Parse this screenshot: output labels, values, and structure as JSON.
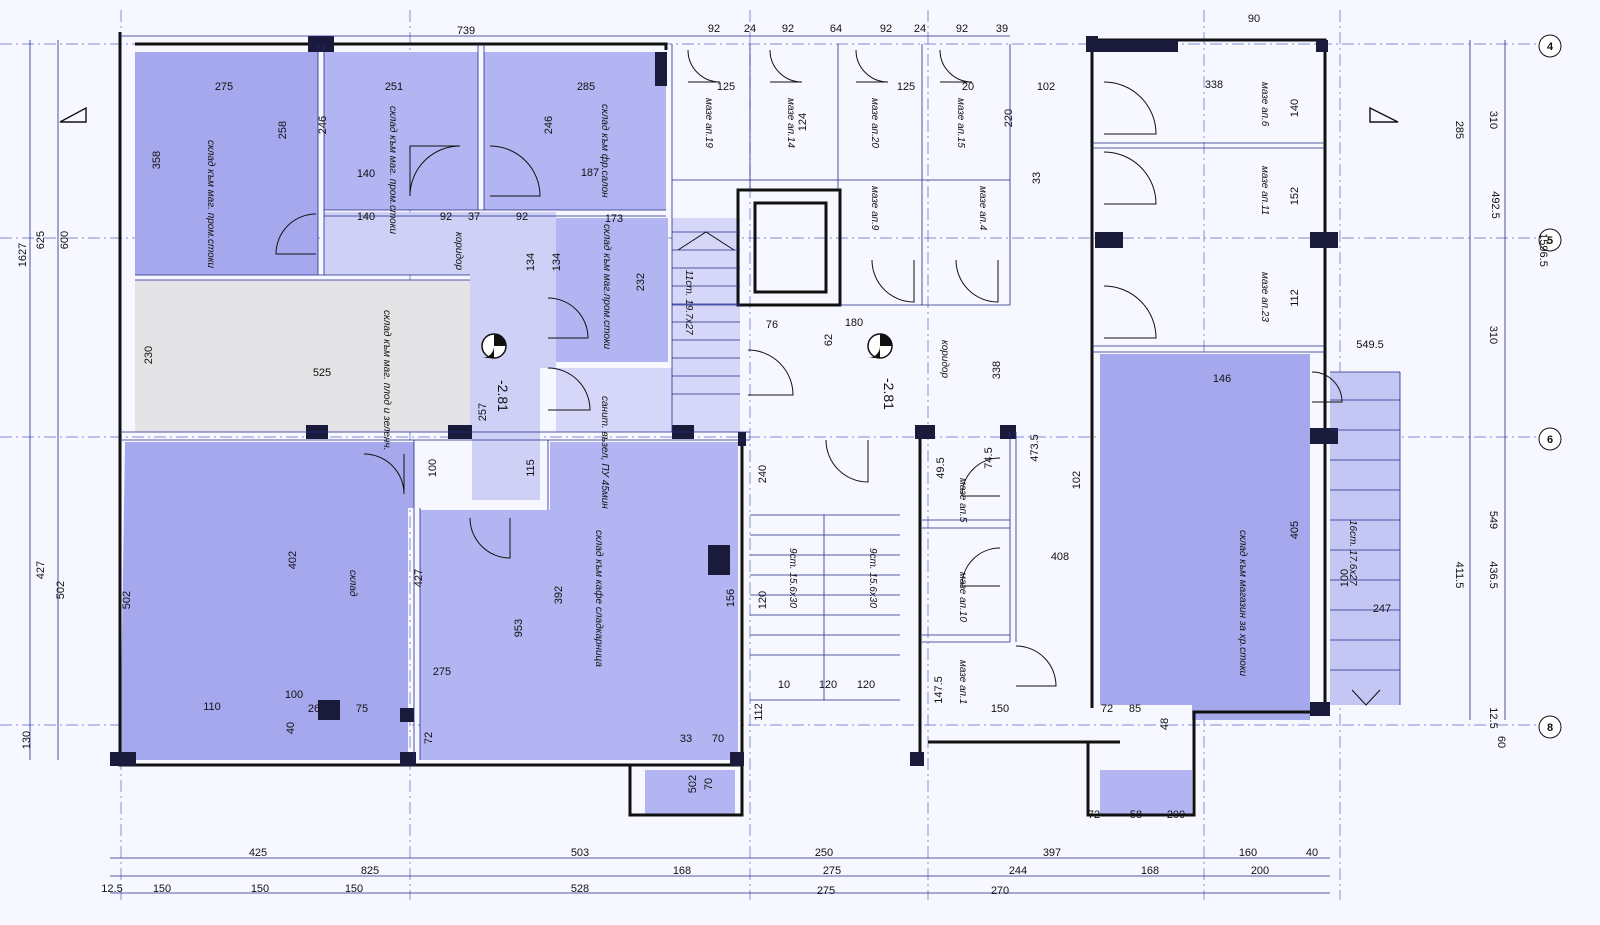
{
  "colors": {
    "paper": "#f7f8ff",
    "room_blue": "#b3b5f2",
    "room_blue_dark": "#a6a8ee",
    "room_grey": "#e4e4e6",
    "wall": "#1a1a3a",
    "grid_line": "#5a66c8"
  },
  "axes": {
    "a4": "4",
    "a5": "5",
    "a6": "6",
    "a8": "8"
  },
  "levels": {
    "main": "-2.81",
    "corridor": "-2.81"
  },
  "rooms": {
    "r1": "склад към маг. пром.стоки",
    "r2": "склад към маг. пром.стоки",
    "r3": "склад към фр.салон",
    "r4": "склад към маг.пром.стоки",
    "r5": "склад към маг. плод и зеленч.",
    "r6": "коридор",
    "r7": "склад",
    "r8": "склад към кафе сладкарница",
    "r9": "склад към магазин за хр.стоки",
    "r10": "коридор",
    "r11": "мазе ап.19",
    "r12": "мазе ап.14",
    "r13": "мазе ап.20",
    "r14": "мазе ап.15",
    "r15": "мазе ап.9",
    "r16": "мазе ап.4",
    "r17": "мазе ап.6",
    "r18": "мазе ап.11",
    "r19": "мазе ап.23",
    "r20": "мазе ап.5",
    "r21": "мазе ап.10",
    "r22": "мазе ап.1",
    "r23": "санит. възел, ПУ 45мин"
  },
  "stairs": {
    "s1": "11ст. 19.7х27",
    "s2": "9ст. 15.6х30",
    "s3": "9ст. 15.6х30",
    "s4": "16ст. 17.6х27"
  },
  "dims": {
    "top": [
      "739",
      "92",
      "24",
      "92",
      "64",
      "92",
      "24",
      "92",
      "39"
    ],
    "left": [
      "1627",
      "625",
      "600",
      "427",
      "502",
      "130"
    ],
    "right": [
      "1596.5",
      "492.5",
      "310",
      "285",
      "310",
      "549",
      "411.5",
      "436.5",
      "12.5",
      "60"
    ],
    "bottom1": [
      "425",
      "503",
      "250",
      "397",
      "160",
      "40"
    ],
    "bottom2": [
      "825",
      "168",
      "275",
      "244",
      "168",
      "200"
    ],
    "bottom3": [
      "12.5",
      "150",
      "150",
      "150",
      "528",
      "275",
      "270"
    ],
    "inner": [
      "275",
      "251",
      "285",
      "358",
      "258",
      "246",
      "246",
      "140",
      "187",
      "140",
      "92",
      "37",
      "92",
      "173",
      "134",
      "134",
      "232",
      "230",
      "525",
      "257",
      "115",
      "100",
      "402",
      "427",
      "502",
      "392",
      "953",
      "275",
      "110",
      "75",
      "40",
      "26",
      "100",
      "72",
      "33",
      "70",
      "70",
      "502",
      "156",
      "240",
      "120",
      "10",
      "120",
      "120",
      "112",
      "76",
      "62",
      "180",
      "338",
      "338",
      "146",
      "140",
      "152",
      "112",
      "549.5",
      "405",
      "100",
      "247",
      "150",
      "147.5",
      "49.5",
      "74.5",
      "473.5",
      "102",
      "408",
      "102",
      "33",
      "72",
      "85",
      "48",
      "72",
      "58",
      "200",
      "90",
      "220",
      "124",
      "125",
      "125",
      "20"
    ]
  }
}
